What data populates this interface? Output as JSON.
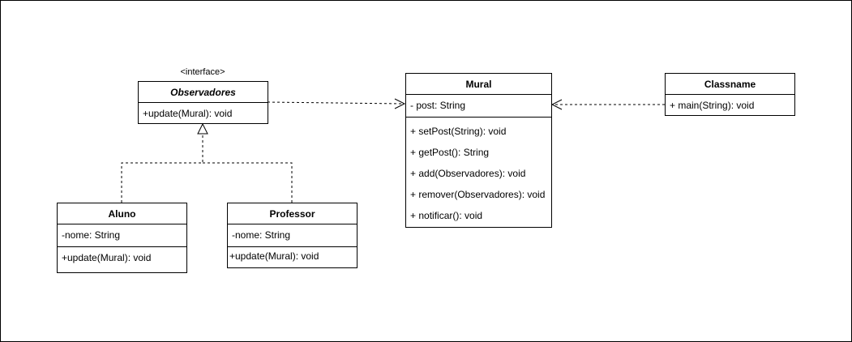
{
  "diagram": {
    "interface_stereotype": "<interface>",
    "classes": {
      "observadores": {
        "name": "Observadores",
        "methods": [
          "+update(Mural): void"
        ]
      },
      "mural": {
        "name": "Mural",
        "fields": [
          "- post: String"
        ],
        "methods": [
          "+ setPost(String): void",
          "+ getPost(): String",
          "+ add(Observadores): void",
          "+ remover(Observadores): void",
          "+ notificar(): void"
        ]
      },
      "classname": {
        "name": "Classname",
        "methods": [
          "+ main(String): void"
        ]
      },
      "aluno": {
        "name": "Aluno",
        "fields": [
          "-nome: String"
        ],
        "methods": [
          "+update(Mural): void"
        ]
      },
      "professor": {
        "name": "Professor",
        "fields": [
          "-nome: String"
        ],
        "methods": [
          "+update(Mural): void"
        ]
      }
    },
    "relations": [
      {
        "from": "observadores",
        "to": "mural",
        "type": "dependency"
      },
      {
        "from": "classname",
        "to": "mural",
        "type": "dependency"
      },
      {
        "from": "aluno",
        "to": "observadores",
        "type": "realization"
      },
      {
        "from": "professor",
        "to": "observadores",
        "type": "realization"
      }
    ]
  }
}
